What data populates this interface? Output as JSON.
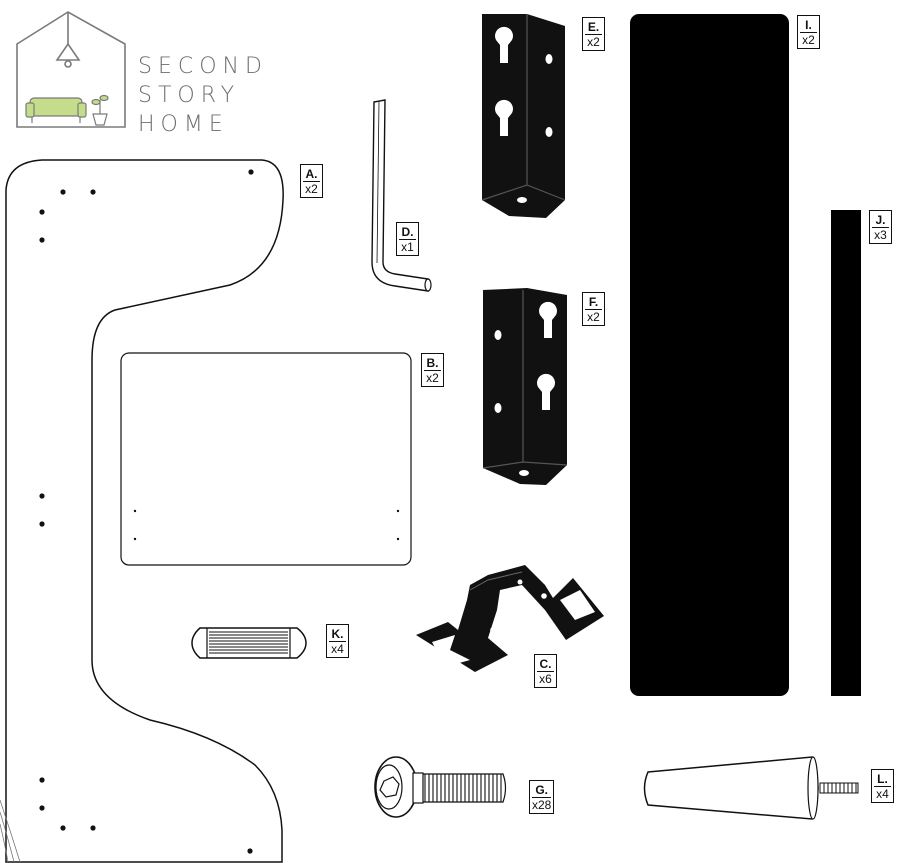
{
  "brand": {
    "lines": [
      "SECOND",
      "STORY",
      "HOME"
    ],
    "accent": "#c5dc8a",
    "text_color": "#6d6d6d"
  },
  "parts": [
    {
      "id": "A",
      "letter": "A.",
      "qty": "x2"
    },
    {
      "id": "B",
      "letter": "B.",
      "qty": "x2"
    },
    {
      "id": "C",
      "letter": "C.",
      "qty": "x6"
    },
    {
      "id": "D",
      "letter": "D.",
      "qty": "x1"
    },
    {
      "id": "E",
      "letter": "E.",
      "qty": "x2"
    },
    {
      "id": "F",
      "letter": "F.",
      "qty": "x2"
    },
    {
      "id": "G",
      "letter": "G.",
      "qty": "x28"
    },
    {
      "id": "I",
      "letter": "I.",
      "qty": "x2"
    },
    {
      "id": "J",
      "letter": "J.",
      "qty": "x3"
    },
    {
      "id": "K",
      "letter": "K.",
      "qty": "x4"
    },
    {
      "id": "L",
      "letter": "L.",
      "qty": "x4"
    }
  ]
}
